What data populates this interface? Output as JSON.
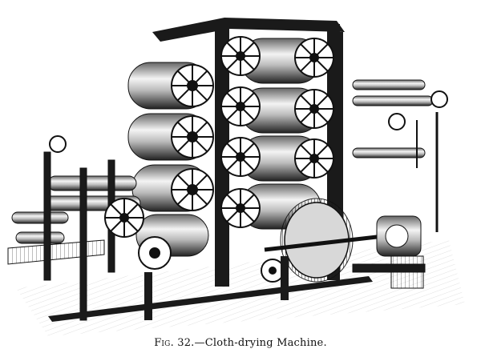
{
  "caption": {
    "label": "Fig. 32.",
    "text": "—Cloth-drying Machine."
  },
  "illustration": {
    "subject": "engraving of a cloth-drying machine",
    "ink_color": "#111111",
    "paper_color": "#ffffff"
  }
}
